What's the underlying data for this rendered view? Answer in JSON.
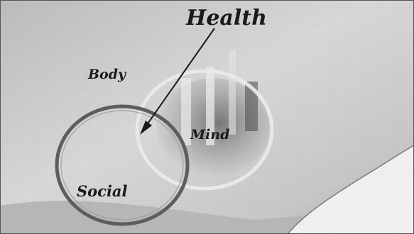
{
  "labels": {
    "health": "Health",
    "body": "Body",
    "mind": "Mind",
    "social": "Social"
  },
  "colors": {
    "background_light": "#d6d6d6",
    "background_dark": "#8f8f8f",
    "ring_dark": "#5e5e5e",
    "ring_light": "#e9e9e9",
    "arrow": "#1a1a1a",
    "text": "#1a1a1a"
  }
}
